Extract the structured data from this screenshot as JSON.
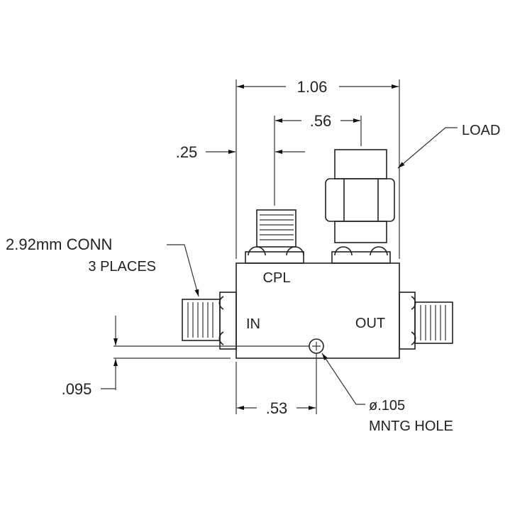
{
  "dimensions": {
    "overall_width": "1.06",
    "connector_spacing": ".56",
    "cpl_offset": ".25",
    "hole_vertical": ".095",
    "hole_horizontal": ".53"
  },
  "ports": {
    "cpl": "CPL",
    "in": "IN",
    "out": "OUT"
  },
  "callouts": {
    "load": "LOAD",
    "connector": "2.92mm CONN",
    "connector_qty": "3 PLACES",
    "hole_dia": "ø.105",
    "hole_label": "MNTG HOLE"
  }
}
